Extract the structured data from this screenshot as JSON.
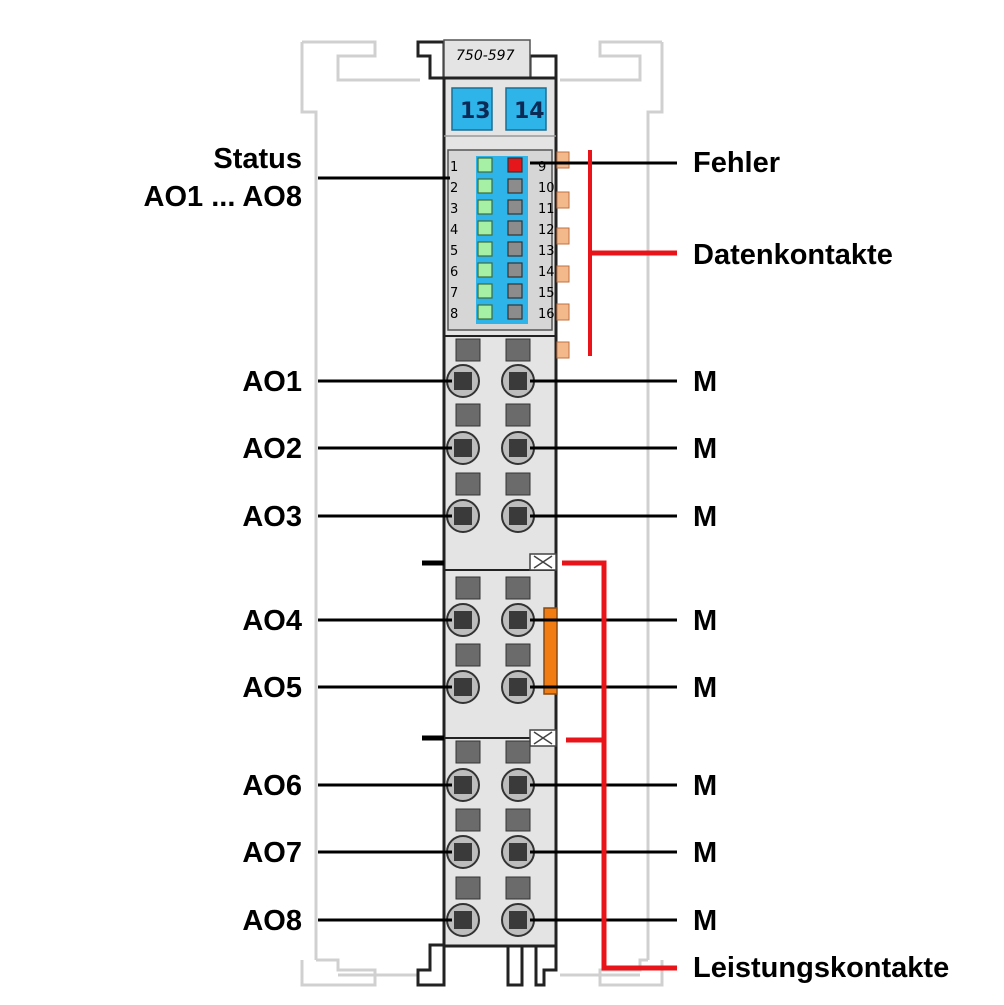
{
  "module": {
    "model": "750-597",
    "tab_left": "13",
    "tab_right": "14"
  },
  "led_rows_left": [
    "1",
    "2",
    "3",
    "4",
    "5",
    "6",
    "7",
    "8"
  ],
  "led_rows_right": [
    "9",
    "10",
    "11",
    "12",
    "13",
    "14",
    "15",
    "16"
  ],
  "labels": {
    "status_line1": "Status",
    "status_line2": "AO1 ... AO8",
    "fehler": "Fehler",
    "datenkontakte": "Datenkontakte",
    "leistungskontakte": "Leistungskontakte"
  },
  "outputs_left": [
    "AO1",
    "AO2",
    "AO3",
    "AO4",
    "AO5",
    "AO6",
    "AO7",
    "AO8"
  ],
  "outputs_right": [
    "M",
    "M",
    "M",
    "M",
    "M",
    "M",
    "M",
    "M"
  ],
  "colors": {
    "body": "#e4e4e4",
    "tab_blue": "#2fb4ea",
    "led_green": "#a6f0a6",
    "led_red": "#e6171b",
    "contact_orange": "#f4b98a",
    "accent_orange": "#f07c12",
    "red_line": "#e8141a"
  }
}
